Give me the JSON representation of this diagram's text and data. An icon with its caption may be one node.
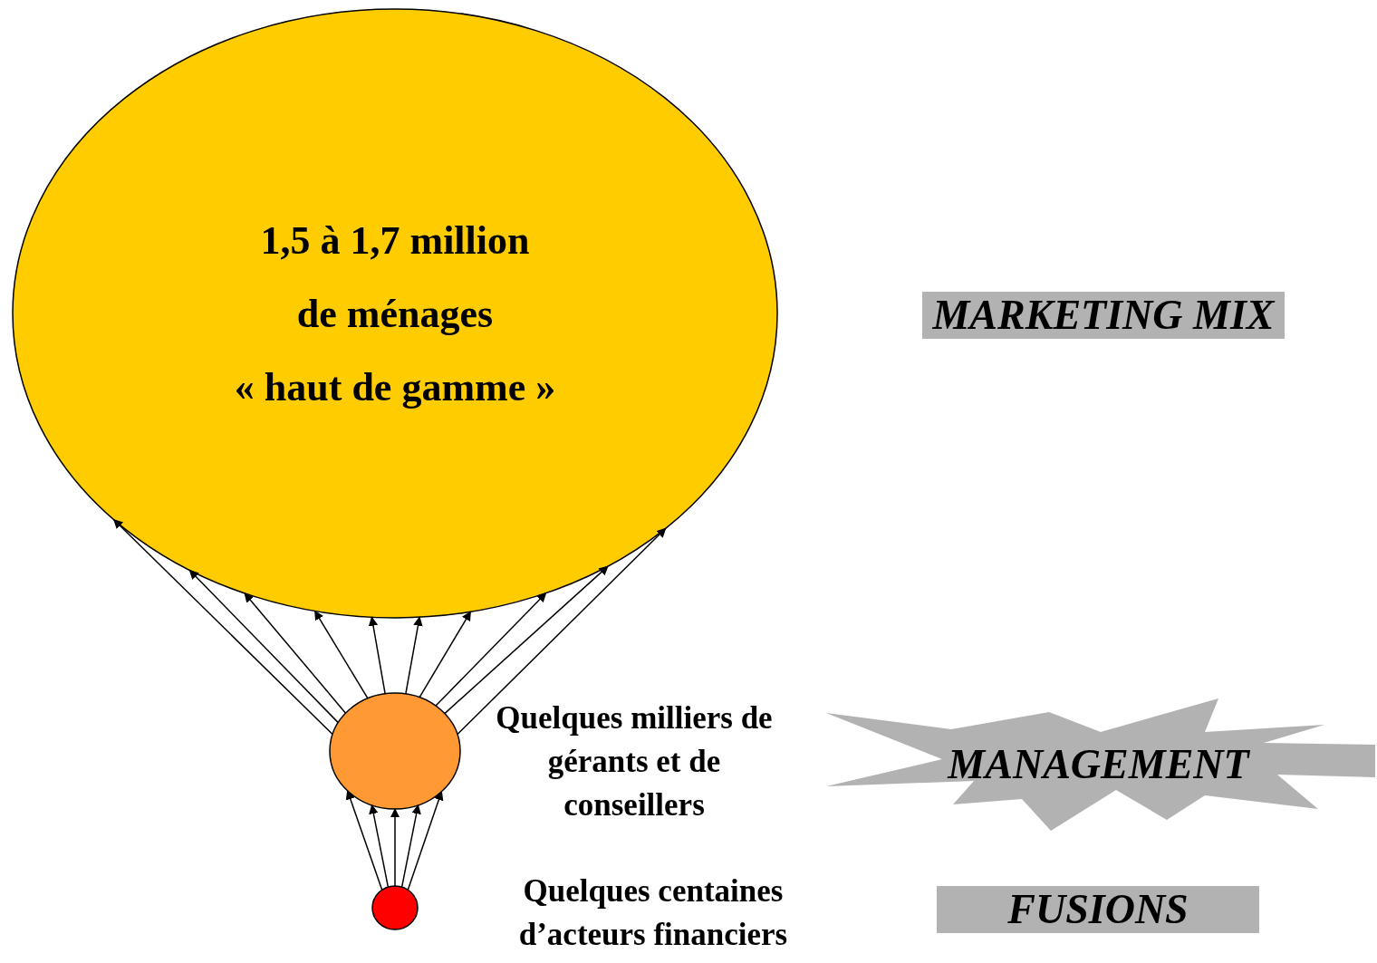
{
  "diagram": {
    "nodes": [
      {
        "text": [
          "1,5 à 1,7 million",
          "de ménages",
          "« haut de gamme »"
        ]
      },
      {
        "text": [],
        "shape": "circle",
        "beside": [
          "Quelques milliers de gérants et de conseillers"
        ]
      },
      {
        "text": [],
        "shape": "circle",
        "beside": [
          "Quelques centaines d’acteurs financiers"
        ]
      },
      {
        "text": [
          "MARKETING MIX"
        ]
      },
      {
        "text": [
          "MANAGEMENT"
        ]
      },
      {
        "text": [
          "FUSIONS"
        ]
      }
    ],
    "edges": [
      {
        "from": 1,
        "to": 0,
        "arrow": "to"
      },
      {
        "from": 1,
        "to": 0,
        "arrow": "to"
      },
      {
        "from": 1,
        "to": 0,
        "arrow": "to"
      },
      {
        "from": 1,
        "to": 0,
        "arrow": "to"
      },
      {
        "from": 1,
        "to": 0,
        "arrow": "to"
      },
      {
        "from": 1,
        "to": 0,
        "arrow": "to"
      },
      {
        "from": 1,
        "to": 0,
        "arrow": "to"
      },
      {
        "from": 1,
        "to": 0,
        "arrow": "to"
      },
      {
        "from": 1,
        "to": 0,
        "arrow": "to"
      },
      {
        "from": 1,
        "to": 0,
        "arrow": "to"
      },
      {
        "from": 2,
        "to": 1,
        "arrow": "to"
      },
      {
        "from": 2,
        "to": 1,
        "arrow": "to"
      },
      {
        "from": 2,
        "to": 1,
        "arrow": "to"
      },
      {
        "from": 2,
        "to": 1,
        "arrow": "to"
      },
      {
        "from": 2,
        "to": 1,
        "arrow": "to"
      }
    ]
  }
}
